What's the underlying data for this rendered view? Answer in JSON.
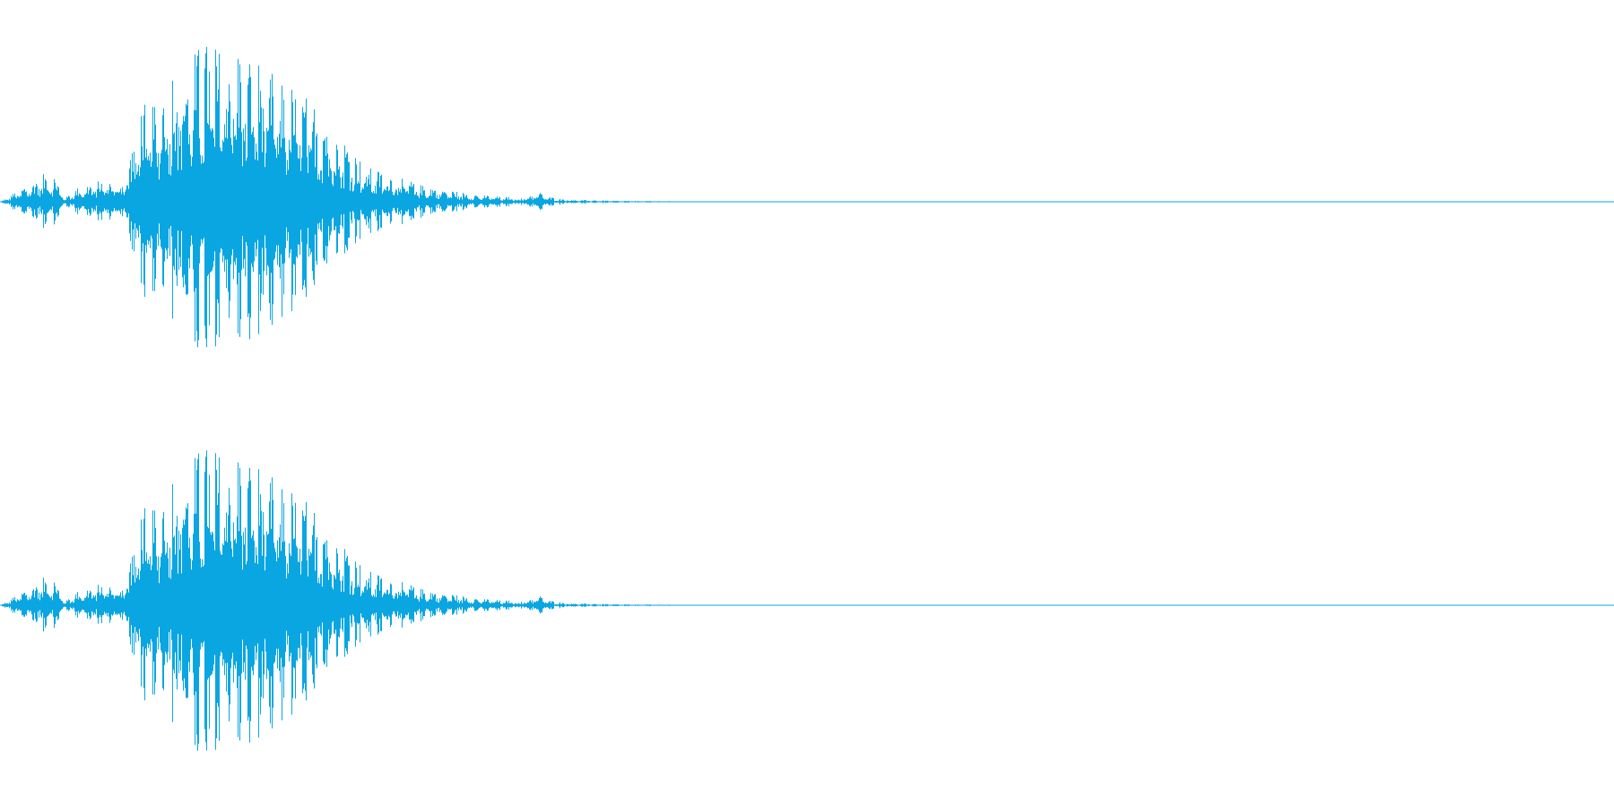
{
  "chart_data": {
    "type": "area",
    "description_free": true,
    "channels": 2,
    "color": "#0aa6e2",
    "x_range": [
      0,
      1
    ],
    "y_range": [
      -1,
      1
    ],
    "envelope": {
      "x": [
        0.0,
        0.028,
        0.034,
        0.04,
        0.046,
        0.052,
        0.058,
        0.064,
        0.07,
        0.076,
        0.082,
        0.088,
        0.094,
        0.1,
        0.106,
        0.112,
        0.118,
        0.124,
        0.13,
        0.136,
        0.142,
        0.148,
        0.154,
        0.16,
        0.166,
        0.172,
        0.178,
        0.184,
        0.19,
        0.196,
        0.202,
        0.208,
        0.214,
        0.22,
        0.226,
        0.232,
        0.238,
        0.244,
        0.25,
        0.256,
        0.262,
        0.268,
        0.274,
        0.28,
        0.286,
        0.292,
        0.298,
        0.304,
        0.31,
        0.316,
        0.322,
        0.328,
        0.334,
        0.34,
        0.346,
        0.352,
        0.358,
        0.364,
        0.37,
        0.376,
        0.382,
        0.388,
        0.394,
        0.4,
        0.406,
        0.412,
        0.418,
        0.454,
        1.0
      ],
      "peak": [
        0.0,
        0.18,
        0.16,
        0.02,
        0.08,
        0.1,
        0.12,
        0.14,
        0.13,
        0.12,
        0.36,
        0.62,
        0.58,
        0.72,
        0.84,
        0.92,
        0.9,
        0.98,
        0.99,
        0.95,
        1.0,
        0.98,
        0.92,
        0.88,
        0.83,
        0.78,
        0.74,
        0.7,
        0.66,
        0.6,
        0.55,
        0.45,
        0.38,
        0.3,
        0.22,
        0.2,
        0.18,
        0.17,
        0.15,
        0.12,
        0.1,
        0.09,
        0.08,
        0.07,
        0.06,
        0.05,
        0.04,
        0.04,
        0.03,
        0.03,
        0.02,
        0.04,
        0.06,
        0.03,
        0.02,
        0.015,
        0.012,
        0.01,
        0.01,
        0.008,
        0.006,
        0.006,
        0.005,
        0.005,
        0.004,
        0.004,
        0.003,
        0.002,
        0.0
      ]
    },
    "grid": false,
    "legend": "none"
  }
}
